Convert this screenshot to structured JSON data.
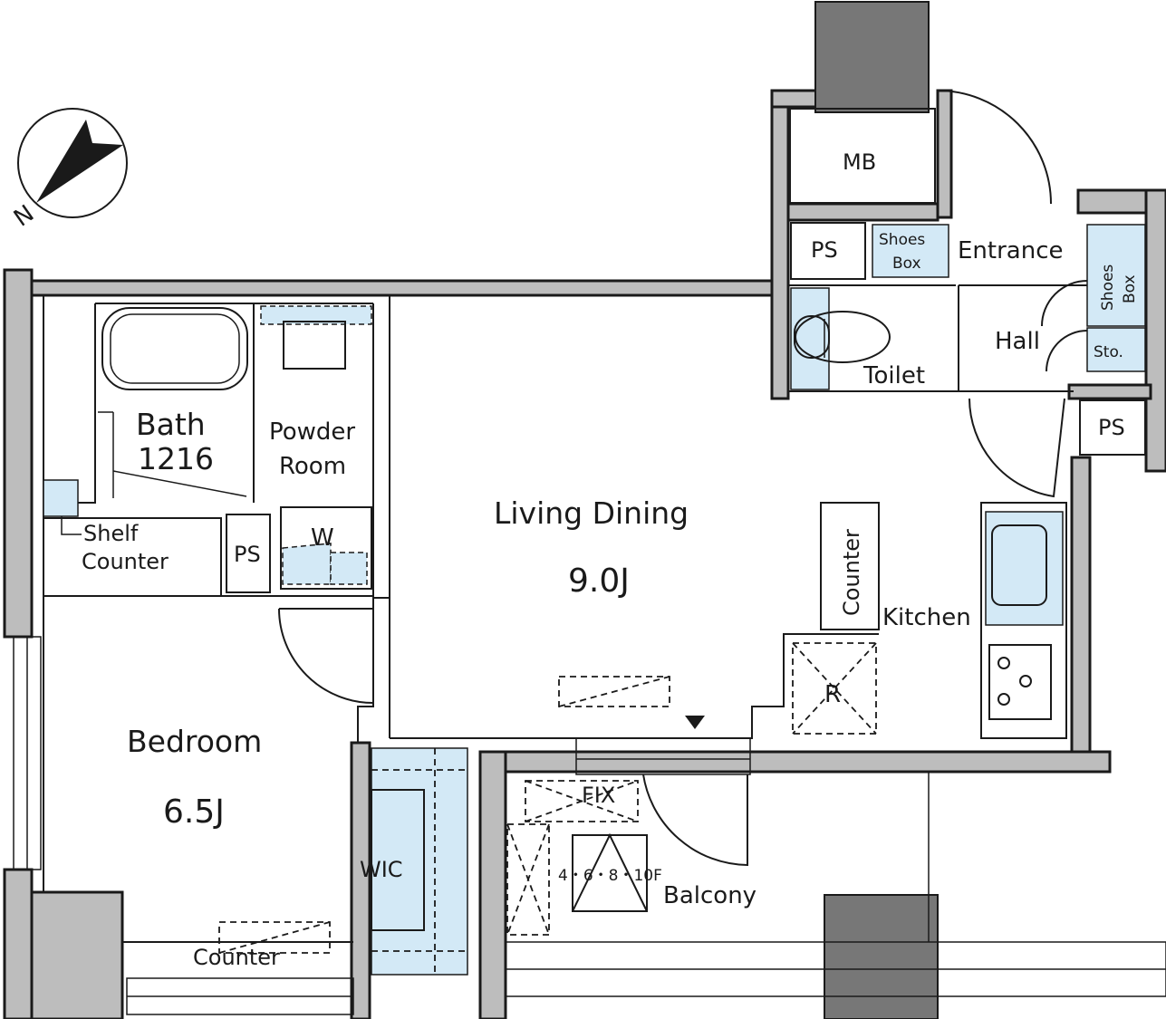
{
  "rooms": {
    "living_dining": {
      "name": "Living Dining",
      "size": "9.0J"
    },
    "bedroom": {
      "name": "Bedroom",
      "size": "6.5J"
    },
    "bath": {
      "name": "Bath",
      "size": "1216"
    },
    "powder_room": {
      "line1": "Powder",
      "line2": "Room"
    },
    "toilet": "Toilet",
    "hall": "Hall",
    "entrance": "Entrance",
    "kitchen": "Kitchen",
    "balcony": "Balcony",
    "wic": "WIC"
  },
  "fixtures": {
    "mb": "MB",
    "ps_top": "PS",
    "ps_right": "PS",
    "ps_left": "PS",
    "shoes_box_left": {
      "line1": "Shoes",
      "line2": "Box"
    },
    "shoes_box_right": {
      "line1": "Shoes",
      "line2": "Box"
    },
    "storage": "Sto.",
    "shelf_counter": {
      "line1": "Shelf",
      "line2": "Counter"
    },
    "counter_kitchen": "Counter",
    "counter_bedroom": "Counter",
    "refrigerator": "R",
    "washer": "W",
    "fix_window": "FIX",
    "floors_note": "4・6・8・10F"
  },
  "compass": {
    "label": "N"
  },
  "colors": {
    "wet_area": "#d3e9f6",
    "wall": "#bdbdbd",
    "dark_wall": "#777777"
  }
}
